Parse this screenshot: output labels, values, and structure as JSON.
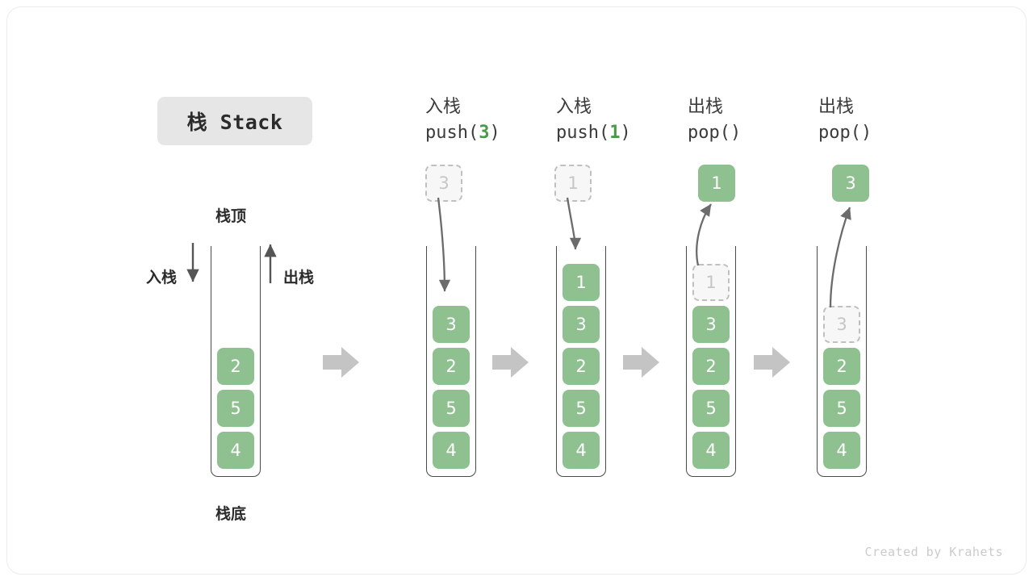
{
  "title_badge": {
    "label": "栈 Stack"
  },
  "footer": {
    "credit": "Created by Krahets"
  },
  "first_stack_labels": {
    "top": "栈顶",
    "bottom": "栈底",
    "push": "入栈",
    "pop": "出栈"
  },
  "colors": {
    "cell_fill": "#8fc08f",
    "cell_text": "#ffffff",
    "ghost_fill": "#f7f7f7",
    "ghost_text": "#c6c6c6",
    "ghost_border": "#c0c0c0",
    "wall": "#4a4a4a",
    "arrow": "#6b6b6b",
    "transition_arrow": "#c4c4c4",
    "accent_green": "#4a9a4a",
    "badge_bg": "#e6e6e6"
  },
  "steps": [
    {
      "id": "initial",
      "caption_cn": "",
      "caption_code": "",
      "cells": [
        "2",
        "5",
        "4"
      ],
      "ghost_index": -1,
      "float_cell": null
    },
    {
      "id": "push-3",
      "caption_cn": "入栈",
      "caption_code": "push(",
      "caption_arg": "3",
      "caption_code_tail": ")",
      "cells": [
        "3",
        "2",
        "5",
        "4"
      ],
      "ghost_index": -1,
      "float_cell": {
        "value": "3",
        "style": "ghost"
      },
      "arrow_dir": "down"
    },
    {
      "id": "push-1",
      "caption_cn": "入栈",
      "caption_code": "push(",
      "caption_arg": "1",
      "caption_code_tail": ")",
      "cells": [
        "1",
        "3",
        "2",
        "5",
        "4"
      ],
      "ghost_index": -1,
      "float_cell": {
        "value": "1",
        "style": "ghost"
      },
      "arrow_dir": "down"
    },
    {
      "id": "pop-1",
      "caption_cn": "出栈",
      "caption_code": "pop(",
      "caption_arg": "",
      "caption_code_tail": ")",
      "cells": [
        "1",
        "3",
        "2",
        "5",
        "4"
      ],
      "ghost_index": 0,
      "float_cell": {
        "value": "1",
        "style": "filled"
      },
      "arrow_dir": "up"
    },
    {
      "id": "pop-3",
      "caption_cn": "出栈",
      "caption_code": "pop(",
      "caption_arg": "",
      "caption_code_tail": ")",
      "cells": [
        "3",
        "2",
        "5",
        "4"
      ],
      "ghost_index": 0,
      "float_cell": {
        "value": "3",
        "style": "filled"
      },
      "arrow_dir": "up"
    }
  ]
}
